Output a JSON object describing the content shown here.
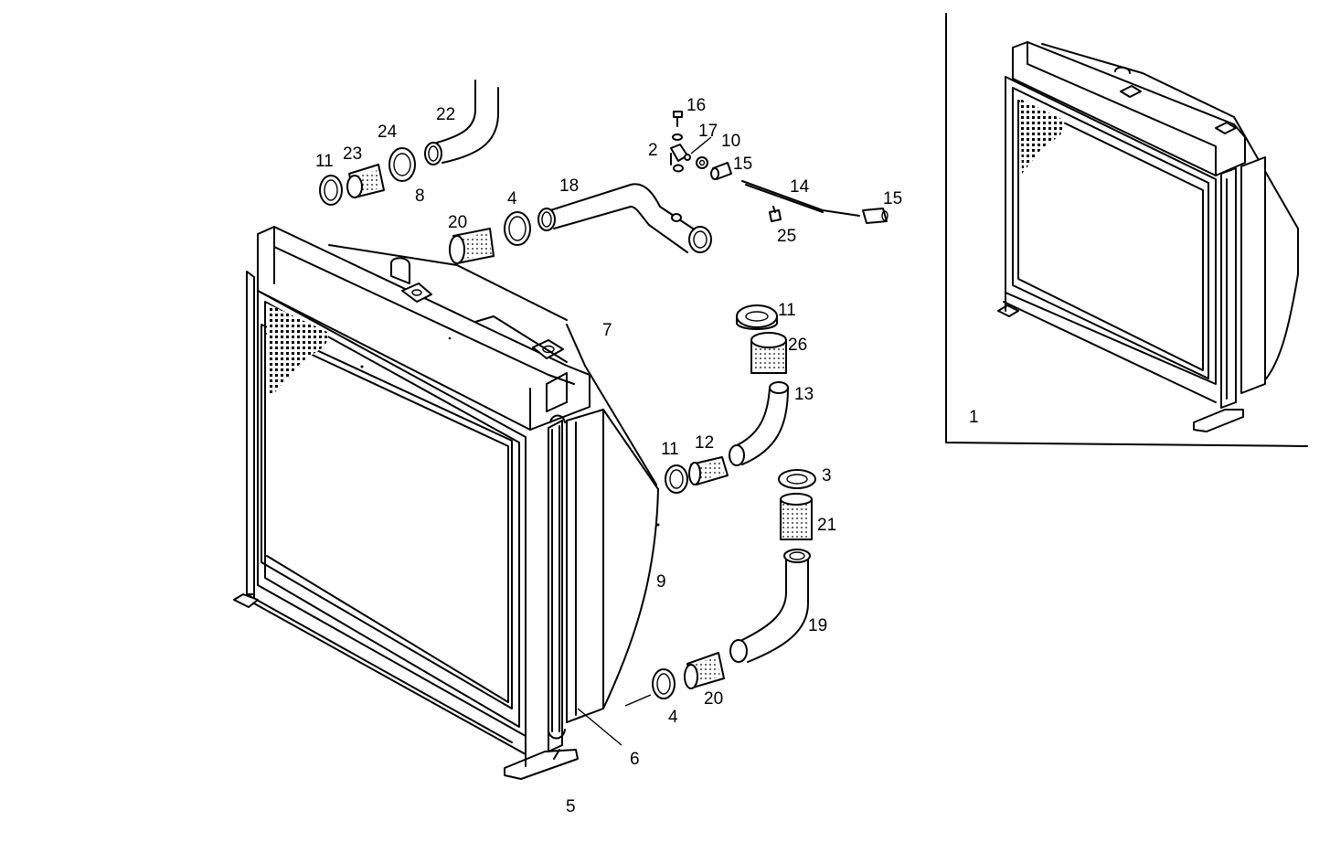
{
  "part_labels": {
    "p1": "1",
    "p2": "2",
    "p3": "3",
    "p4a": "4",
    "p4b": "4",
    "p5": "5",
    "p6": "6",
    "p7": "7",
    "p8": "8",
    "p9": "9",
    "p10": "10",
    "p11a": "11",
    "p11b": "11",
    "p11c": "11",
    "p12": "12",
    "p13": "13",
    "p14": "14",
    "p15a": "15",
    "p15b": "15",
    "p16": "16",
    "p17": "17",
    "p18": "18",
    "p19": "19",
    "p20a": "20",
    "p20b": "20",
    "p21": "21",
    "p22": "22",
    "p23": "23",
    "p24": "24",
    "p25": "25",
    "p26": "26"
  }
}
